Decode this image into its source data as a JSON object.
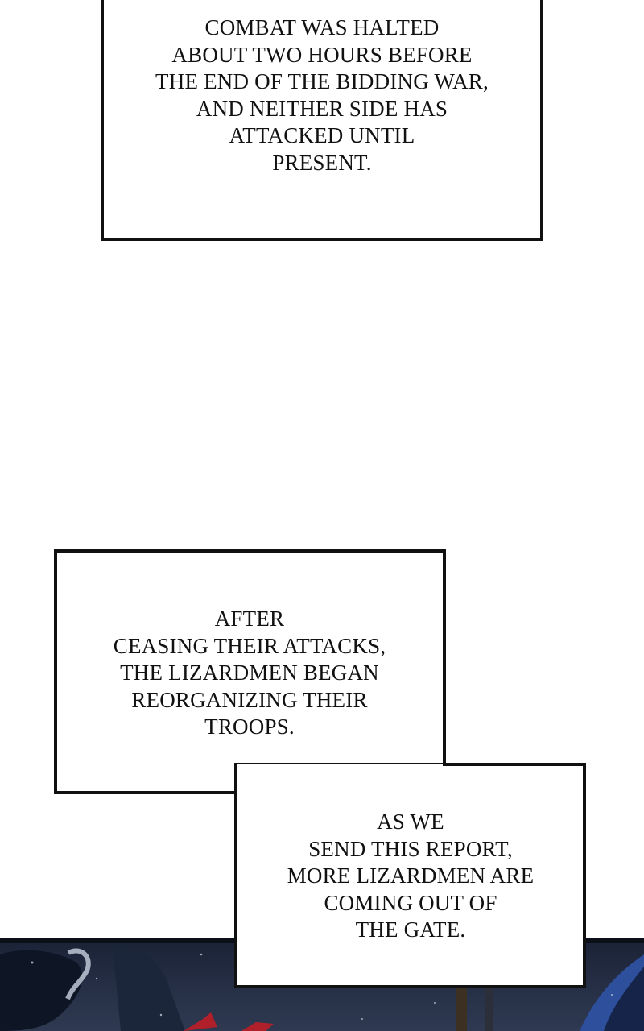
{
  "captions": {
    "first": "COMBAT WAS HALTED\nABOUT TWO HOURS BEFORE\nTHE END OF THE BIDDING WAR,\nAND NEITHER SIDE HAS\nATTACKED UNTIL\nPRESENT.",
    "second": "AFTER\nCEASING THEIR ATTACKS,\nTHE LIZARDMEN BEGAN\nREORGANIZING THEIR\nTROOPS.",
    "third": "AS WE\nSEND THIS REPORT,\nMORE LIZARDMEN ARE\nCOMING OUT OF\nTHE GATE."
  },
  "colors": {
    "page_background": "#ffffff",
    "caption_border": "#111111",
    "scene_sky": "#2a3347",
    "scene_dark": "#0e1524",
    "scene_accent_red": "#b0202a",
    "scene_accent_blue": "#2d4f9c"
  }
}
